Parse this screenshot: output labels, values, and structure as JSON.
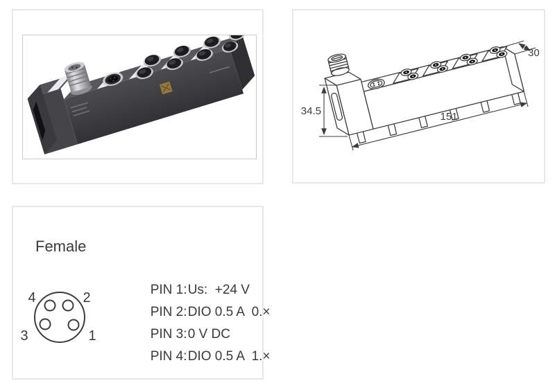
{
  "photo": {
    "alt_name": "product-photo-io-module",
    "body_color": "#434346",
    "top_color": "#57575c",
    "metal_color": "#c9c9cc",
    "label_color": "#ebebed",
    "logo_color": "#93793e"
  },
  "drawing": {
    "depth_mm": "30",
    "height_mm": "34.5",
    "length_mm": "151",
    "line_color": "#3e3e3e"
  },
  "pinout": {
    "title": "Female",
    "pin_positions": {
      "top_left": "4",
      "top_right": "2",
      "bottom_left": "3",
      "bottom_right": "1"
    },
    "rows": [
      {
        "label": "PIN 1:",
        "value": "Us:  +24 V"
      },
      {
        "label": "PIN 2:",
        "value": "DIO 0.5 A  0.×"
      },
      {
        "label": "PIN 3:",
        "value": "0 V DC"
      },
      {
        "label": "PIN 4:",
        "value": "DIO 0.5 A  1.×"
      }
    ]
  }
}
